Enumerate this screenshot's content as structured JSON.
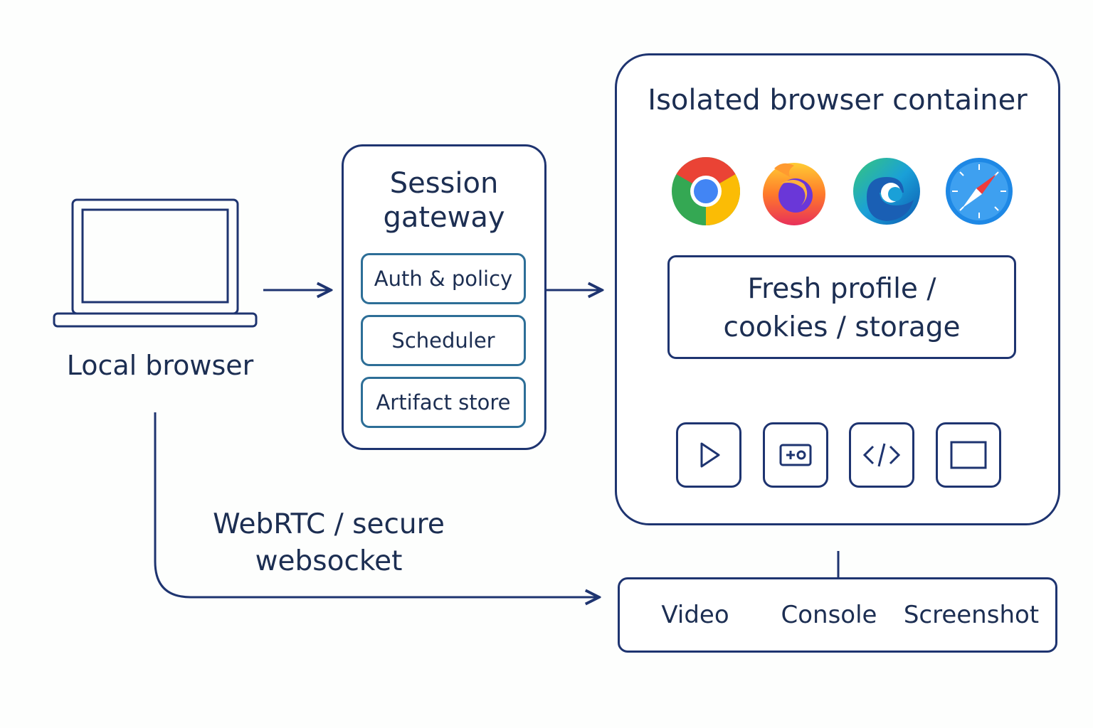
{
  "local": {
    "label": "Local browser"
  },
  "gateway": {
    "title_line1": "Session",
    "title_line2": "gateway",
    "items": [
      "Auth & policy",
      "Scheduler",
      "Artifact store"
    ]
  },
  "container": {
    "title": "Isolated browser container",
    "browsers": [
      "chrome-icon",
      "firefox-icon",
      "edge-icon",
      "safari-icon"
    ],
    "profile_line1": "Fresh profile /",
    "profile_line2": "cookies / storage",
    "tools": [
      "play-icon",
      "recorder-icon",
      "code-icon",
      "window-icon"
    ]
  },
  "channel": {
    "line1": "WebRTC / secure",
    "line2": "websocket"
  },
  "outputs": [
    "Video",
    "Console",
    "Screenshot"
  ],
  "colors": {
    "stroke": "#1e3470",
    "teal": "#2d6e97",
    "text": "#1c2e52"
  }
}
